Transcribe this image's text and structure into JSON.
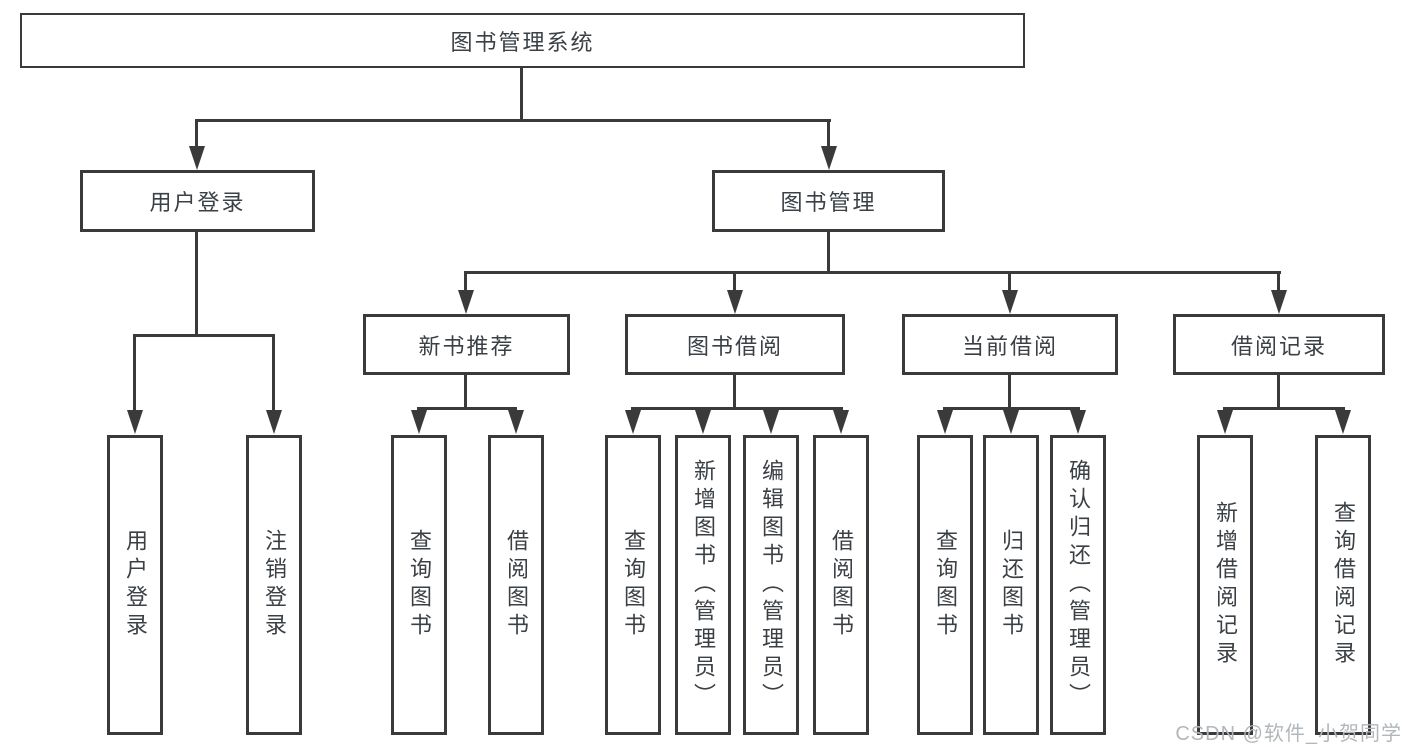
{
  "diagram": {
    "title": "图书管理系统",
    "branches": [
      {
        "label": "用户登录",
        "children": [
          {
            "label": "用户登录"
          },
          {
            "label": "注销登录"
          }
        ]
      },
      {
        "label": "图书管理",
        "groups": [
          {
            "label": "新书推荐",
            "children": [
              {
                "label": "查询图书"
              },
              {
                "label": "借阅图书"
              }
            ]
          },
          {
            "label": "图书借阅",
            "children": [
              {
                "label": "查询图书"
              },
              {
                "label": "新增图书（管理员）"
              },
              {
                "label": "编辑图书（管理员）"
              },
              {
                "label": "借阅图书"
              }
            ]
          },
          {
            "label": "当前借阅",
            "children": [
              {
                "label": "查询图书"
              },
              {
                "label": "归还图书"
              },
              {
                "label": "确认归还（管理员）"
              }
            ]
          },
          {
            "label": "借阅记录",
            "children": [
              {
                "label": "新增借阅记录"
              },
              {
                "label": "查询借阅记录"
              }
            ]
          }
        ]
      }
    ]
  },
  "watermark": "CSDN @软件_小贺同学",
  "colors": {
    "line": "#3a3a3a",
    "text": "#3b4045",
    "watermark": "#b2b7bb",
    "background": "#ffffff"
  }
}
